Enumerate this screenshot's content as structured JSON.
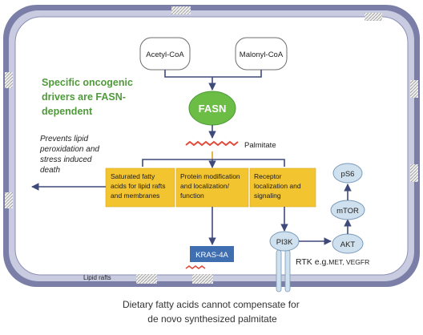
{
  "substrates": {
    "acetyl": "Acetyl-CoA",
    "malonyl": "Malonyl-CoA"
  },
  "enzyme": "FASN",
  "product": "Palmitate",
  "headline": [
    "Specific oncogenic",
    "drivers are FASN-",
    "dependent"
  ],
  "side_note": [
    "Prevents lipid",
    "peroxidation and",
    "stress induced",
    "death"
  ],
  "boxes": [
    {
      "lines": [
        "Saturated fatty",
        "acids for lipid rafts",
        "and membranes"
      ]
    },
    {
      "lines": [
        "Protein modification",
        "and localization/",
        "function"
      ]
    },
    {
      "lines": [
        "Receptor",
        "localization and",
        "signaling"
      ]
    }
  ],
  "kras": "KRAS-4A",
  "signaling": {
    "pi3k": "PI3K",
    "akt": "AKT",
    "mtor": "mTOR",
    "ps6": "pS6"
  },
  "rtk": {
    "main": "RTK e.g.",
    "examples": "MET, VEGFR"
  },
  "lipid_rafts": "Lipid rafts",
  "caption": [
    "Dietary fatty acids cannot compensate for",
    "de novo synthesized palmitate"
  ],
  "colors": {
    "membrane_outer": "#7b7fa8",
    "membrane_inner": "#c9cbe0",
    "cell_fill": "#ffffff",
    "box_fill": "#f2c430",
    "fasn_fill": "#6bbd45",
    "headline": "#4f9a3a",
    "arrow": "#3e4a7a",
    "palmitate": "#e04a3a",
    "kras_fill": "#3f6fb0",
    "node_fill": "#cfe0ee"
  }
}
